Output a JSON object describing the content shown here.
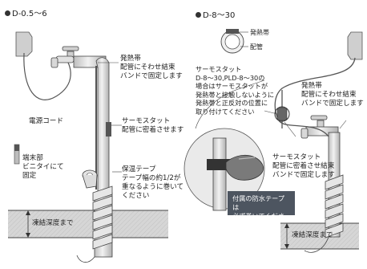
{
  "left": {
    "section_title": "D-0.5～6",
    "heat_band": [
      "発熱帯",
      "配管にそわせ結束",
      "バンドで固定します"
    ],
    "power_cord": "電源コード",
    "thermostat": [
      "サーモスタット",
      "配管に密着させます"
    ],
    "end_part": [
      "端末部",
      "ビニタイにて",
      "固定"
    ],
    "insulation_tape": [
      "保温テープ",
      "テープ幅の約1/2が",
      "重なるように巻いて",
      "ください"
    ],
    "frost_depth": "凍結深度まで"
  },
  "right": {
    "section_title": "D-8～30",
    "band_label": "発熱帯",
    "pipe_label": "配管",
    "thermostat_note": [
      "サーモスタット",
      "D-8～30,PLD-8～30の",
      "場合はサーモスタットが",
      "発熱帯と接触しないように",
      "発熱帯と正反対の位置に",
      "取り付けてください"
    ],
    "heat_band": [
      "発熱帯",
      "配管にそわせ結束",
      "バンドで固定します"
    ],
    "thermostat_fix": [
      "サーモスタット",
      "配管に密着させ結束",
      "バンドで固定します"
    ],
    "waterproof_note": [
      "付属の防水テープは",
      "必ず巻いてください。"
    ],
    "frost_depth": "凍結深度まで"
  },
  "colors": {
    "pipe": "#d9d9d9",
    "wall": "#c8c8c8",
    "ground": "#cfcfcf",
    "heater": "#555555",
    "note_bg": "#4d5560"
  }
}
